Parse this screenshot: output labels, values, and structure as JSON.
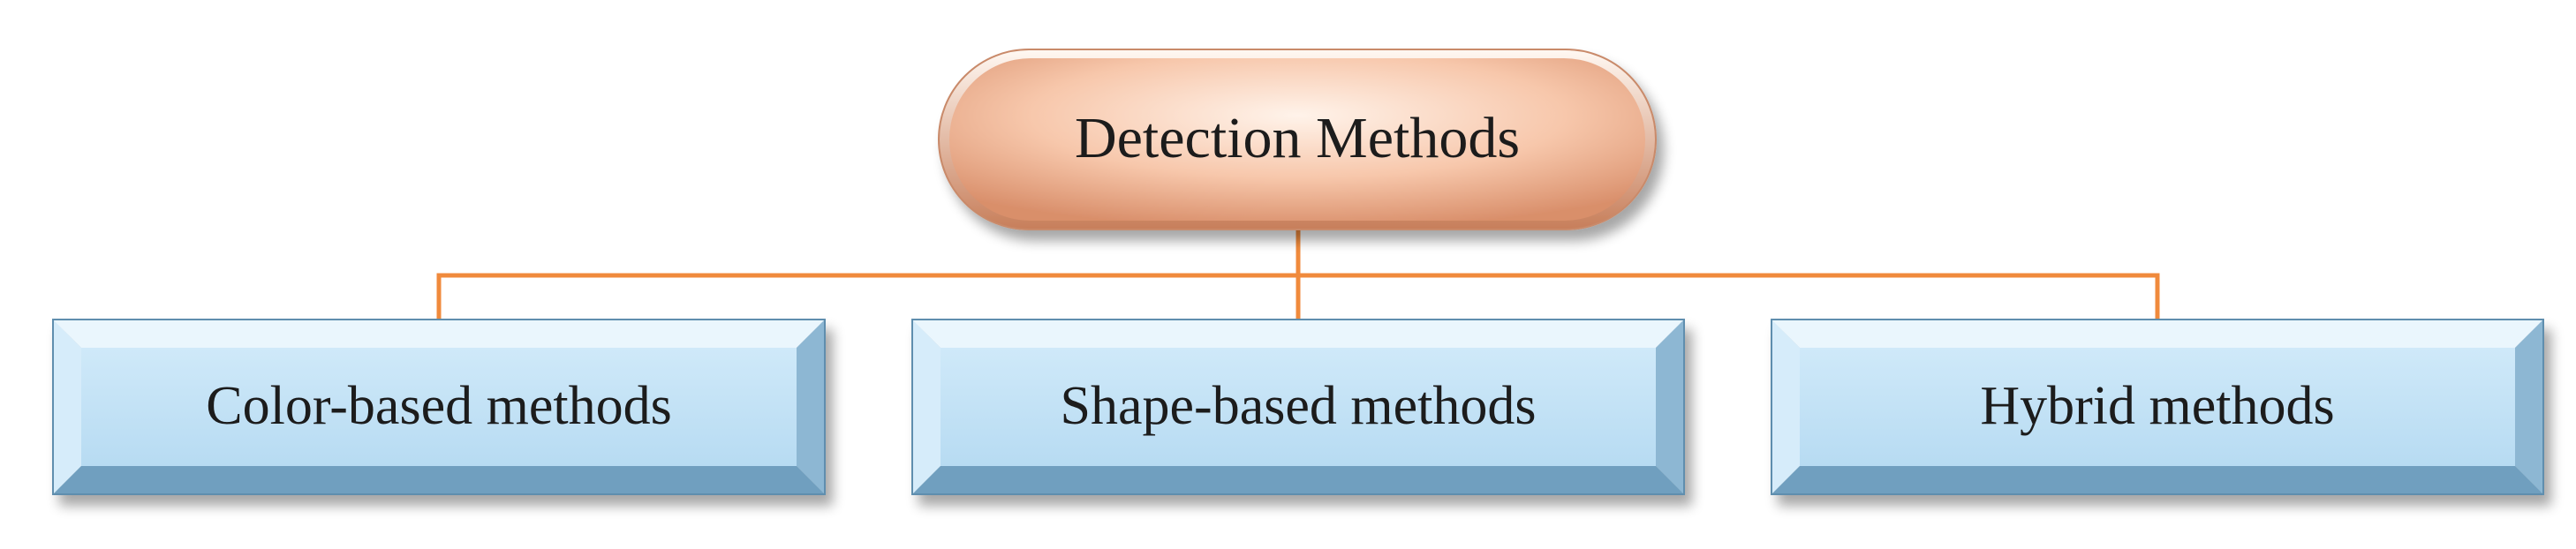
{
  "diagram": {
    "root": {
      "label": "Detection Methods"
    },
    "children": [
      {
        "label": "Color-based methods"
      },
      {
        "label": "Shape-based methods"
      },
      {
        "label": "Hybrid methods"
      }
    ]
  },
  "colors": {
    "connector": "#f08a3c",
    "root_fill_light": "#fde6d8",
    "root_fill_dark": "#e9a886",
    "child_face": "#c3e2f6",
    "child_bevel_light": "#eaf6fd",
    "child_bevel_dark": "#6f9fbf"
  }
}
